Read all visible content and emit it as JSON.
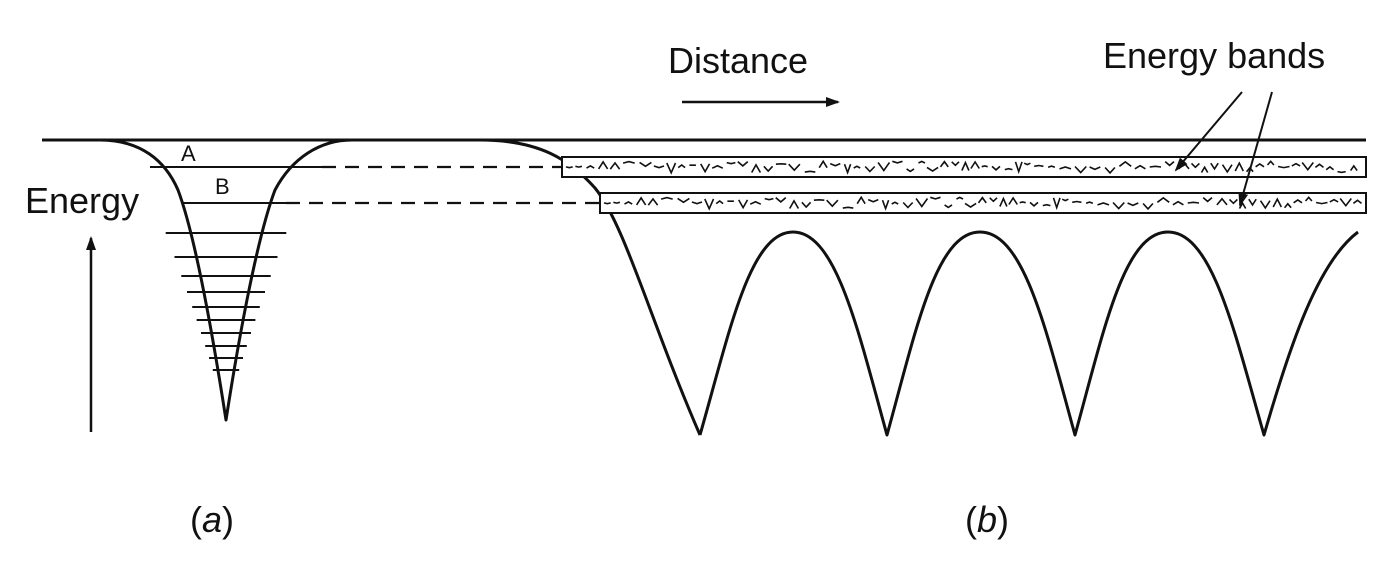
{
  "labels": {
    "distance": "Distance",
    "energy_bands": "Energy bands",
    "energy": "Energy",
    "level_a": "A",
    "level_b": "B",
    "panel_a_open": "(",
    "panel_a_letter": "a",
    "panel_a_close": ")",
    "panel_b_open": "(",
    "panel_b_letter": "b",
    "panel_b_close": ")"
  },
  "colors": {
    "ink": "#111111",
    "background": "#ffffff"
  }
}
